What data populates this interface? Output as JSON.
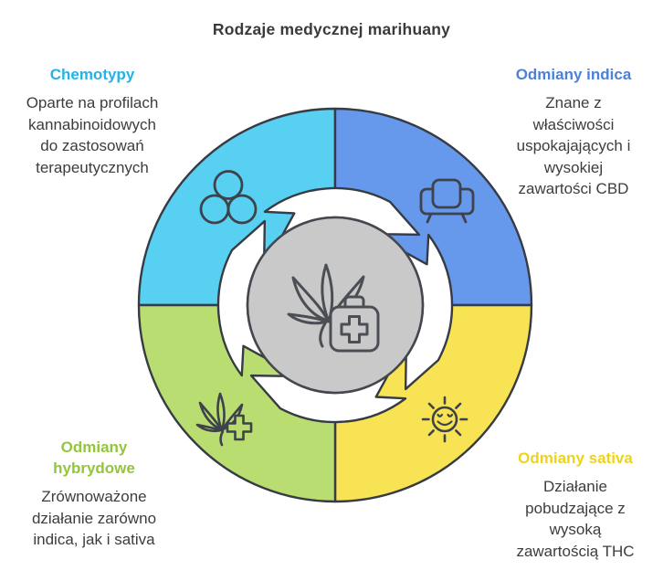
{
  "title": "Rodzaje medycznej marihuany",
  "outline_color": "#363b44",
  "center": {
    "icon": "cannabis-medical-kit-icon",
    "bg_color": "#c9c9c9"
  },
  "segments": [
    {
      "position": "top-left",
      "heading": "Chemotypy",
      "heading_color": "#24b3e4",
      "fill_color": "#58d0f2",
      "icon": "molecule-circles-icon",
      "description": "Oparte na profilach kannabinoidowych do zastosowań terapeutycznych"
    },
    {
      "position": "top-right",
      "heading": "Odmiany indica",
      "heading_color": "#4c80d9",
      "fill_color": "#6698ec",
      "icon": "armchair-icon",
      "description": "Znane z właściwości uspokajających i wysokiej zawartości CBD"
    },
    {
      "position": "bottom-left",
      "heading": "Odmiany hybrydowe",
      "heading_color": "#93c53d",
      "fill_color": "#b9dd71",
      "icon": "cannabis-leaf-cross-icon",
      "description": "Zrównoważone działanie zarówno indica, jak i sativa"
    },
    {
      "position": "bottom-right",
      "heading": "Odmiany sativa",
      "heading_color": "#eed31c",
      "fill_color": "#f7e354",
      "icon": "smiling-sun-icon",
      "description": "Działanie pobudzające z wysoką zawartością THC"
    }
  ]
}
